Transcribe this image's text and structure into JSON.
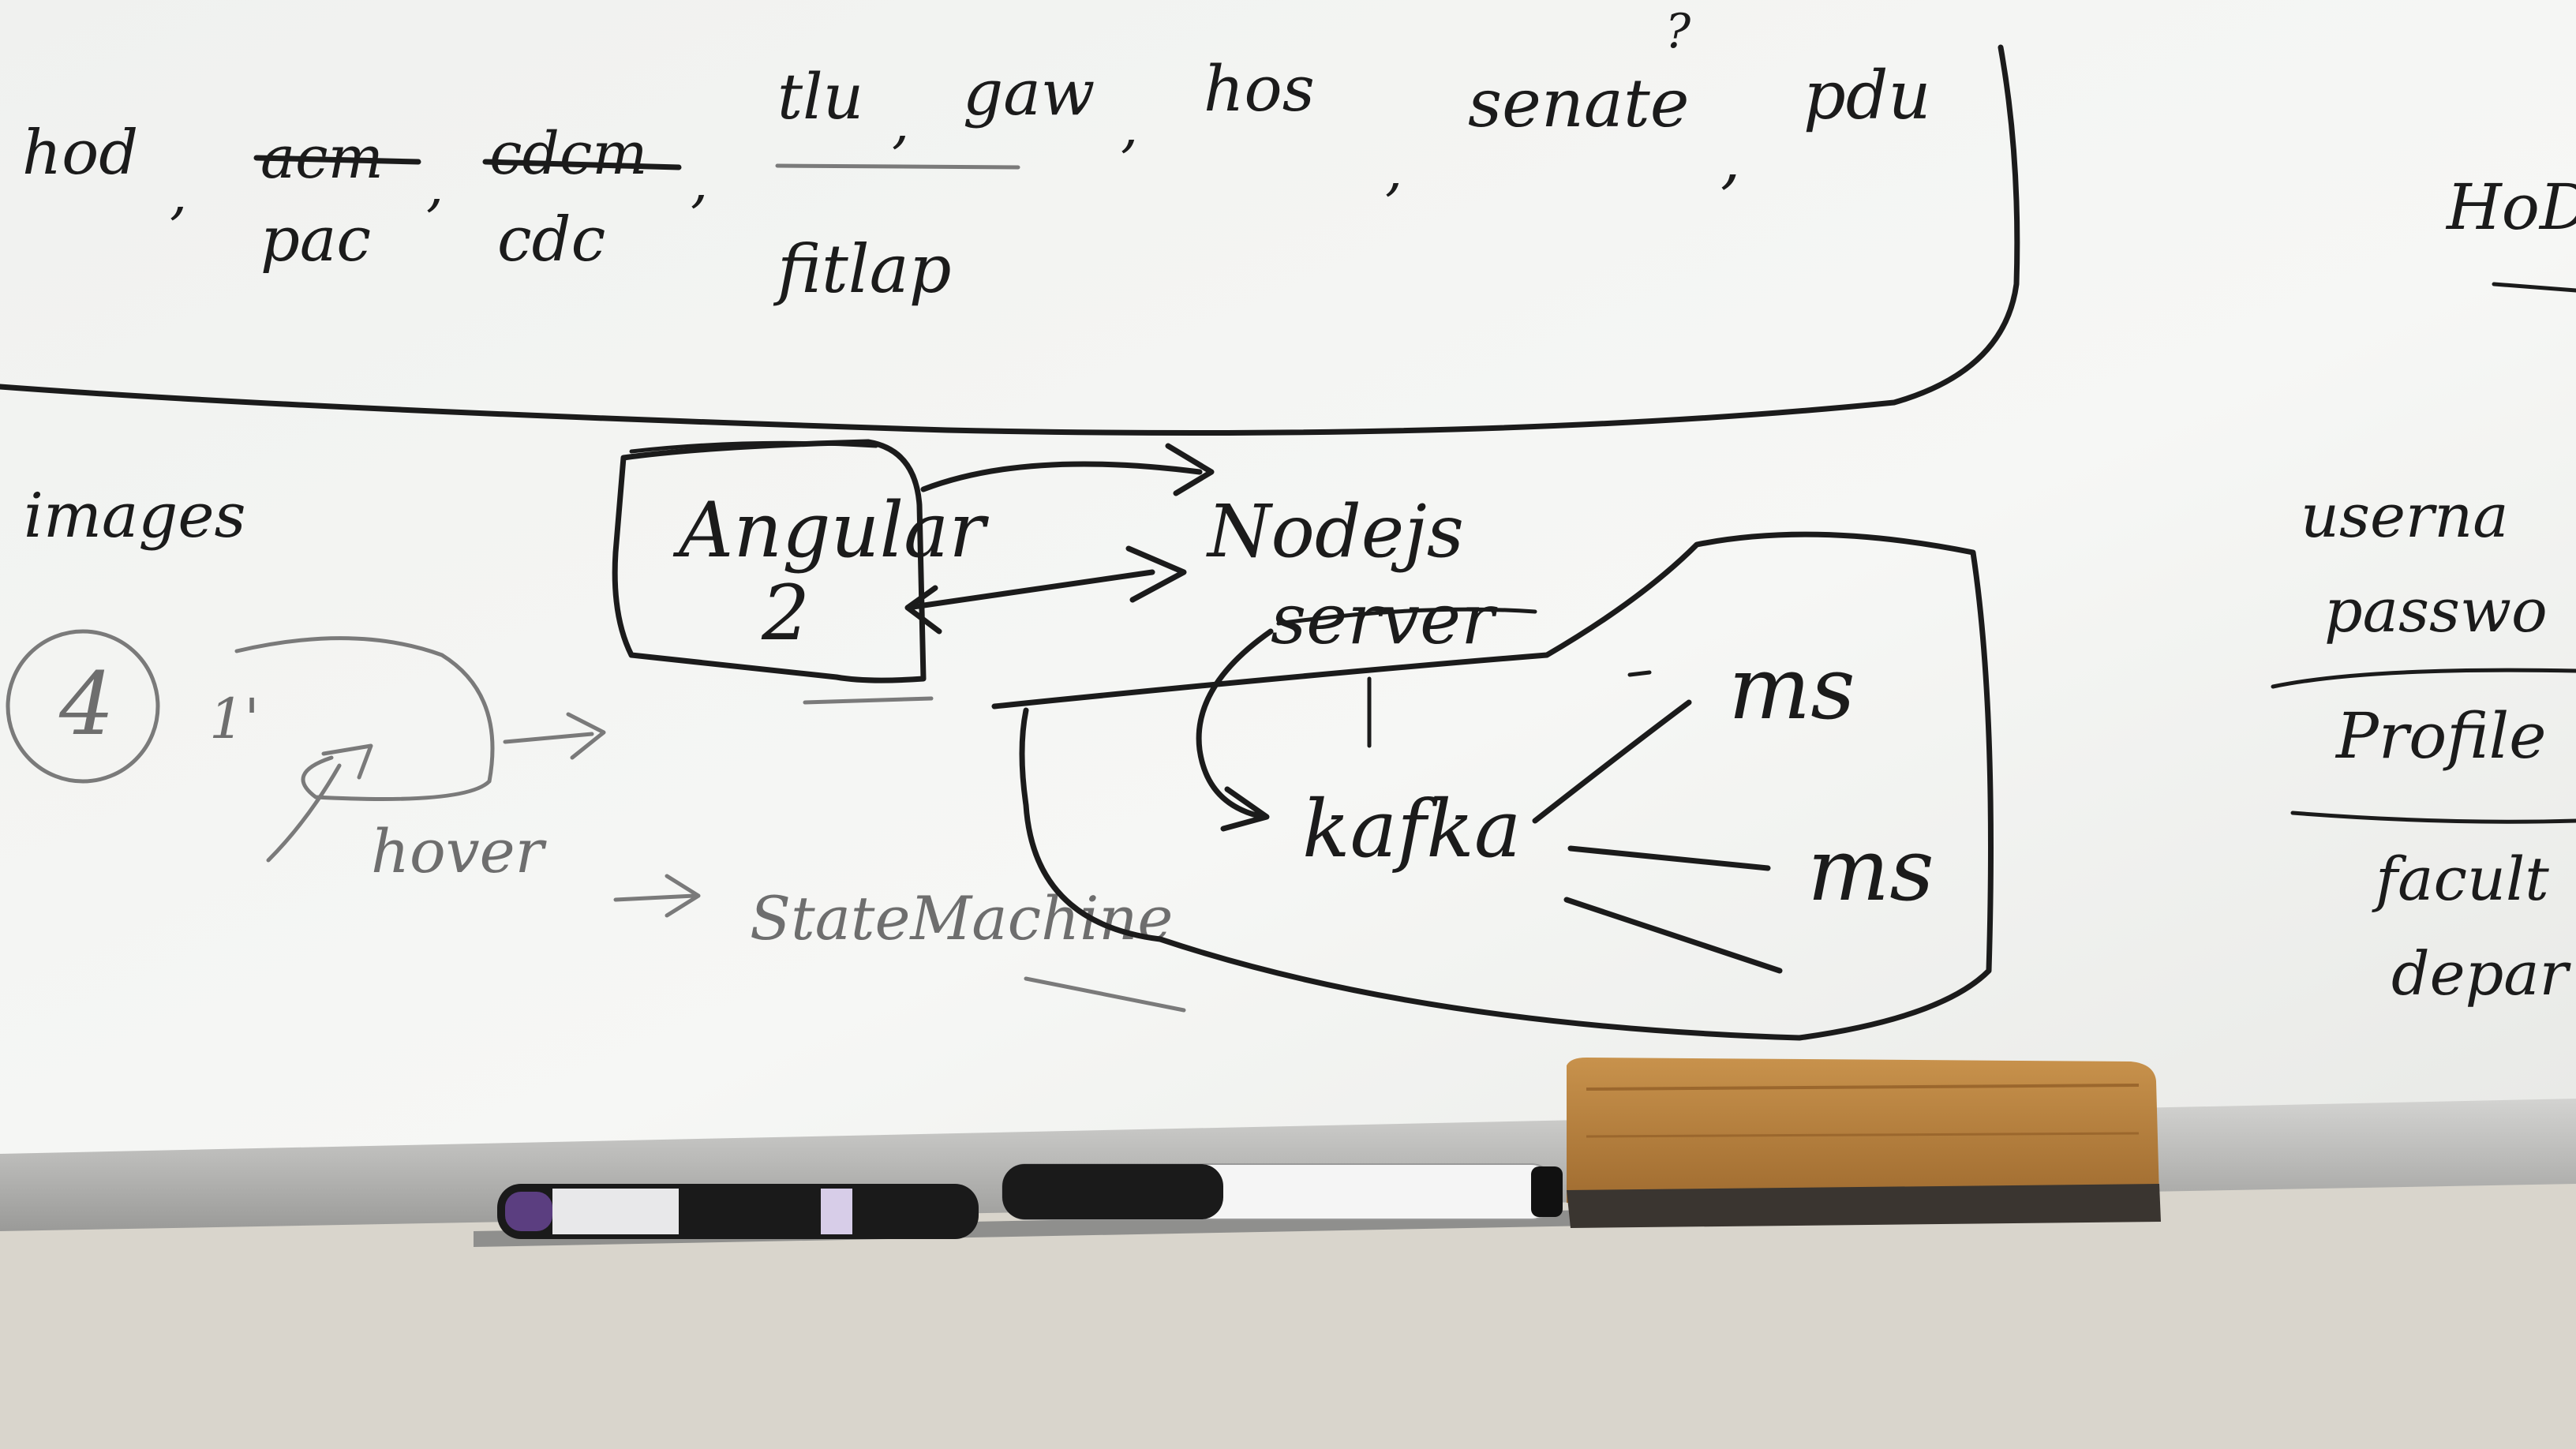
{
  "top_row": {
    "items": [
      "hod",
      "acm",
      "cdcm",
      "pac",
      "cdc",
      "tlu",
      "gaw",
      "hos",
      "senate",
      "pdu",
      "fitlap"
    ],
    "struck_items": [
      "acm",
      "cdcm"
    ],
    "question_mark": "?"
  },
  "right_edge": {
    "hod": "HoD",
    "username": "userna",
    "password": "passwo",
    "profile": "Profile",
    "faculty": "facult",
    "department": "depar"
  },
  "left_notes": {
    "images": "images",
    "circled_number": "4",
    "tick": "1'",
    "hover": "hover",
    "state_machine": "StateMachine"
  },
  "architecture": {
    "frontend": "Angular",
    "frontend_sub": "2",
    "server_line1": "Nodejs",
    "server_line2": "server",
    "broker": "kafka",
    "services": [
      "ms",
      "ms"
    ]
  },
  "colors": {
    "board": "#f4f5f3",
    "ink": "#1b1b1b",
    "tray": "#bfbfbd",
    "wall": "#d9d5cc",
    "eraser_wood": "#b7823f",
    "eraser_felt": "#3a3530"
  }
}
